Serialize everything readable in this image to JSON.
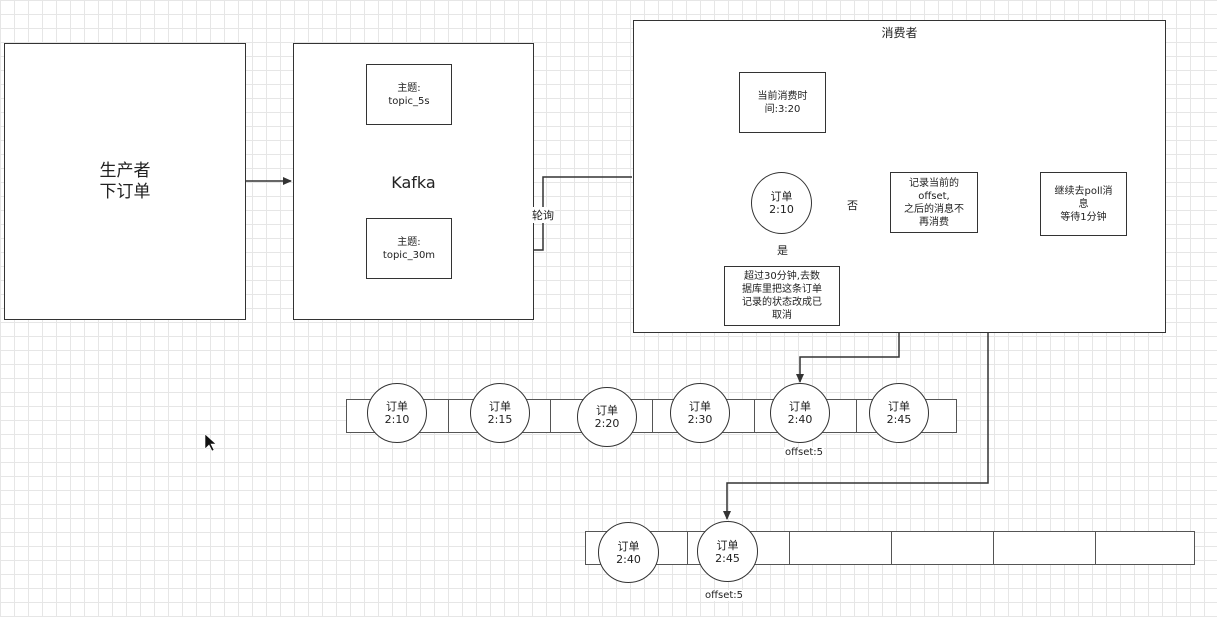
{
  "producer": {
    "label": "生产者\n下订单"
  },
  "kafka": {
    "label": "Kafka",
    "topic_top": "主题:\ntopic_5s",
    "topic_bottom": "主题:\ntopic_30m",
    "poll_label": "轮询"
  },
  "consumer": {
    "title": "消费者",
    "current_time": "当前消费时\n间:3:20",
    "order_node": "订单\n2:10",
    "no_label": "否",
    "yes_label": "是",
    "record_offset": "记录当前的\noffset,\n之后的消息不\n再消费",
    "continue_poll": "继续去poll消\n息\n等待1分钟",
    "timeout_action": "超过30分钟,去数\n据库里把这条订单\n记录的状态改成已\n取消"
  },
  "queue1": {
    "orders": [
      "订单\n2:10",
      "订单\n2:15",
      "订单\n2:20",
      "订单\n2:30",
      "订单\n2:40",
      "订单\n2:45"
    ],
    "offset_label": "offset:5"
  },
  "queue2": {
    "orders": [
      "订单\n2:40",
      "订单\n2:45"
    ],
    "offset_label": "offset:5"
  },
  "colors": {
    "stroke": "#333333",
    "grid": "#e6e6e6"
  }
}
